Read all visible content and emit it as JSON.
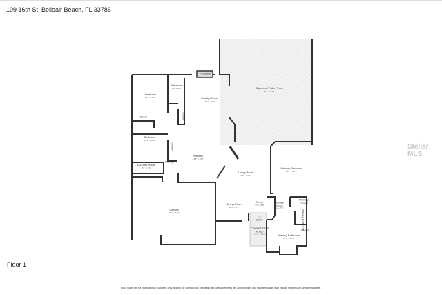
{
  "header": {
    "address": "109 16th St, Belleair Beach, FL 33786"
  },
  "floor_label": "Floor 1",
  "watermark": "Stellar MLS",
  "disclaimer": "Floor plans are for informational purposes only and not for construction or design use. Measurements are approximate, and square footage may include finished and unfinished areas.",
  "rooms": {
    "bedroom1": {
      "name": "Bedroom",
      "dims": "11'0\" x 14'0\""
    },
    "bathroom": {
      "name": "Bathroom",
      "dims": "5'0\" x 10'7\""
    },
    "fireplace": {
      "name": "Fireplace"
    },
    "family": {
      "name": "Family Room",
      "dims": "13'4\" x 16'1\""
    },
    "patio": {
      "name": "Screened Patio / Pool",
      "dims": "30'4\" x 23'0\""
    },
    "closet1": {
      "name": "Closet"
    },
    "closet2": {
      "name": "Closet"
    },
    "closet3": {
      "name": "Closet"
    },
    "bedroom2": {
      "name": "Bedroom",
      "dims": "11'2\" x 11'6\""
    },
    "kitchen": {
      "name": "Kitchen",
      "dims": "14'8\" x 15'7\""
    },
    "pantry": {
      "name": "Pantry"
    },
    "laundry": {
      "name": "Laundry Room",
      "dims": "8'4\" x 5'6\""
    },
    "living": {
      "name": "Living Room",
      "dims": "16'11\" x 15'4\""
    },
    "primary_bed": {
      "name": "Primary Bedroom",
      "dims": "13'0\" x 22'4\""
    },
    "garage": {
      "name": "Garage",
      "dims": "20'0\" x 21'2\""
    },
    "dining": {
      "name": "Dining Room",
      "dims": "10'6\" x 7'8\""
    },
    "foyer": {
      "name": "Foyer",
      "dims": "5'2\" x 6'6\""
    },
    "entry": {
      "name": "Entry"
    },
    "porch": {
      "name": "Covered Front Porch",
      "dims": "6'3\" x 10'11\""
    },
    "primary_closet1": {
      "name": "Primary Closet",
      "dims": "4'4\" x 7'0\""
    },
    "primary_closet2": {
      "name": "Primary Closet"
    },
    "primary_bath_closet": {
      "name": "Primary Bathroom"
    },
    "closet4": {
      "name": "Closet"
    },
    "primary_bath": {
      "name": "Primary Bathroom",
      "dims": "12'3\" x 10'0\""
    }
  }
}
